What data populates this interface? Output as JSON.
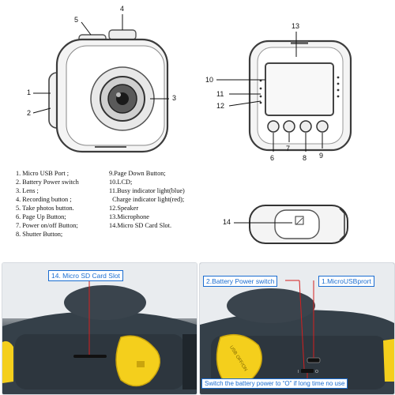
{
  "callouts_top": [
    "1",
    "2",
    "3",
    "4",
    "5"
  ],
  "callouts_back": [
    "6",
    "7",
    "8",
    "9",
    "10",
    "11",
    "12",
    "13"
  ],
  "callout_side": "14",
  "legend_left": [
    "1. Micro USB Port ;",
    "2. Battery Power switch",
    "3. Lens ;",
    "4. Recording button ;",
    "5. Take photos button.",
    "6. Page Up Button;",
    "7. Power on/off  Button;",
    "8. Shutter Button;"
  ],
  "legend_right": [
    "9.Page Down Button;",
    "10.LCD;",
    "11.Busy indicator light(blue)",
    "  Charge indicator light(red);",
    "12.Speaker",
    "13.Microphone",
    "14.Micro SD Card Slot."
  ],
  "side_label": "USB OFF/ON",
  "photo_left": {
    "label": "14. Micro SD Card Slot"
  },
  "photo_right": {
    "label_switch": "2.Battery Power switch",
    "label_usb": "1.MicroUSBprort",
    "cover_text": "USB OFF/ON",
    "note": "Switch the battery power to “O” if long time no use"
  },
  "colors": {
    "blue": "#1a6dd1",
    "yellow": "#f4cf1c",
    "body": "#34404a"
  }
}
